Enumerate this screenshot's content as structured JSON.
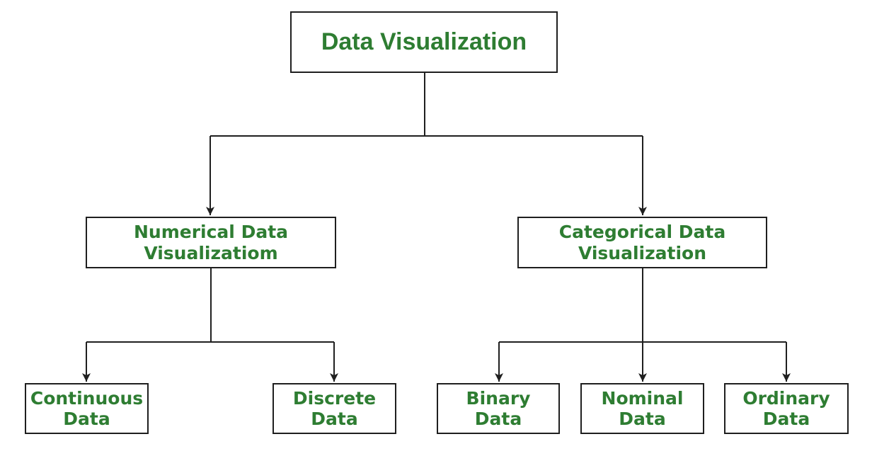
{
  "diagram": {
    "type": "flowchart-tree",
    "title": "Data Visualization",
    "colors": {
      "node_text": "#2e7d32",
      "node_border": "#1f1f1f",
      "connector_line": "#1f1f1f",
      "background": "#ffffff"
    },
    "nodes": {
      "root": {
        "label": "Data Visualization"
      },
      "numerical": {
        "label": "Numerical Data\nVisualizatiom"
      },
      "categorical": {
        "label": "Categorical Data\nVisualization"
      },
      "continuous": {
        "label": "Continuous\nData"
      },
      "discrete": {
        "label": "Discrete\nData"
      },
      "binary": {
        "label": "Binary\nData"
      },
      "nominal": {
        "label": "Nominal\nData"
      },
      "ordinary": {
        "label": "Ordinary\nData"
      }
    },
    "edges": [
      {
        "from": "Data Visualization",
        "to": "Numerical Data Visualizatiom"
      },
      {
        "from": "Data Visualization",
        "to": "Categorical Data Visualization"
      },
      {
        "from": "Numerical Data Visualizatiom",
        "to": "Continuous Data"
      },
      {
        "from": "Numerical Data Visualizatiom",
        "to": "Discrete Data"
      },
      {
        "from": "Categorical Data Visualization",
        "to": "Binary Data"
      },
      {
        "from": "Categorical Data Visualization",
        "to": "Nominal Data"
      },
      {
        "from": "Categorical Data Visualization",
        "to": "Ordinary Data"
      }
    ]
  }
}
